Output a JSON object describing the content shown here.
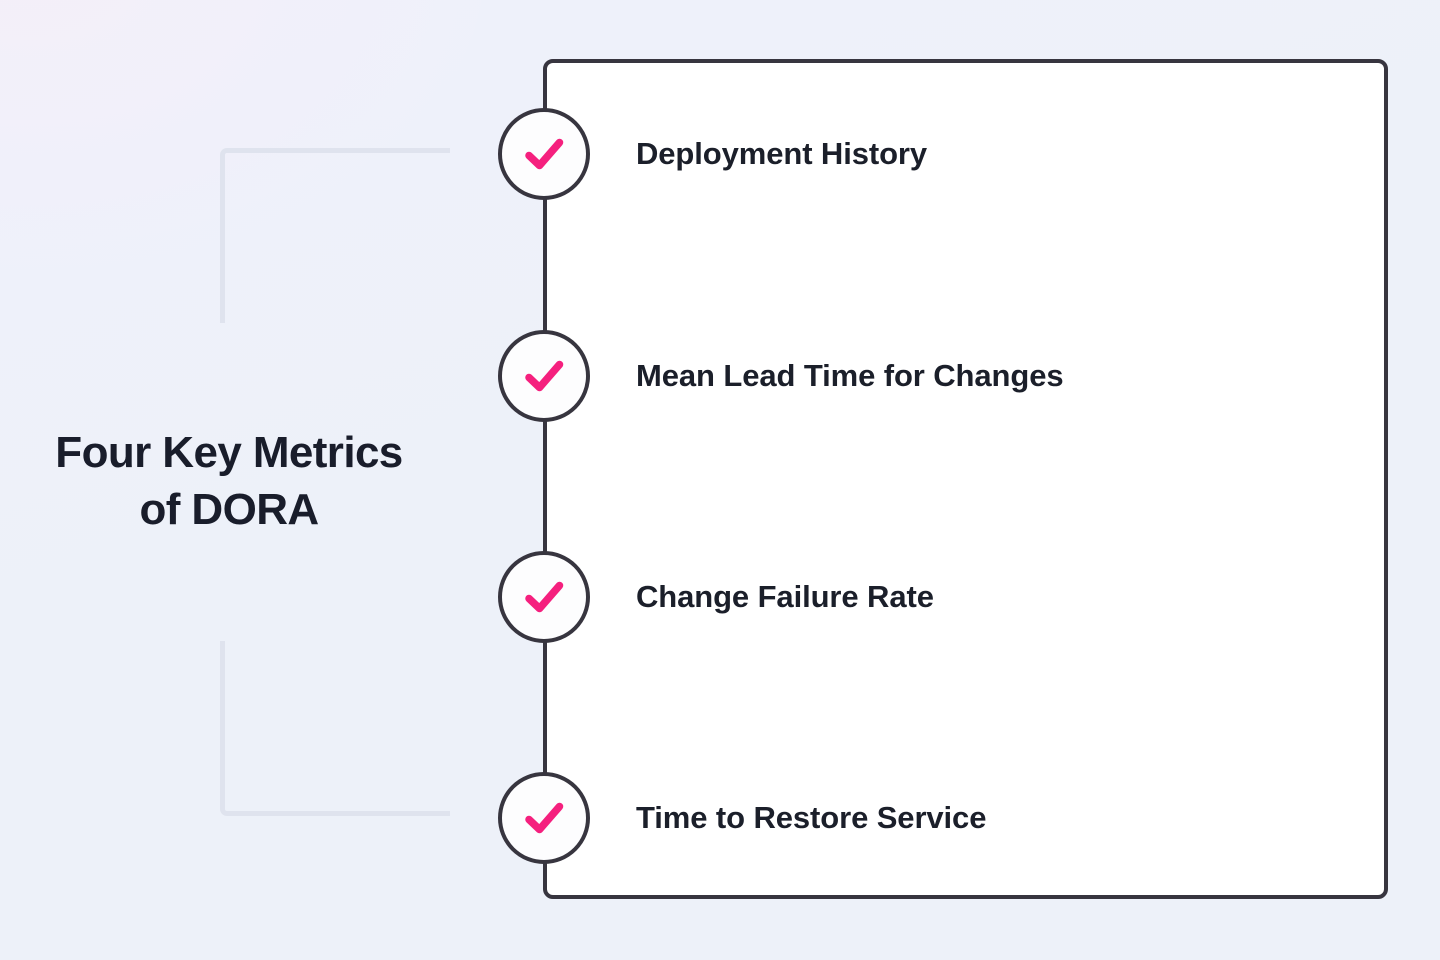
{
  "page": {
    "background_color": "#edf1f9",
    "accent_color": "#f5207e",
    "line_color": "#37353f"
  },
  "title": {
    "text": "Four Key Metrics\nof DORA"
  },
  "panel": {
    "fill_color": "#ffffff",
    "border_color": "#37353f"
  },
  "decorations": {
    "bracket_color": "#dfe3ee",
    "brackets": [
      {
        "name": "top-left-bracket"
      },
      {
        "name": "bottom-left-bracket"
      }
    ]
  },
  "metrics": [
    {
      "label": "Deployment History",
      "icon": "check-icon",
      "checked": true
    },
    {
      "label": "Mean Lead Time for Changes",
      "icon": "check-icon",
      "checked": true
    },
    {
      "label": "Change Failure Rate",
      "icon": "check-icon",
      "checked": true
    },
    {
      "label": "Time to Restore Service",
      "icon": "check-icon",
      "checked": true
    }
  ]
}
